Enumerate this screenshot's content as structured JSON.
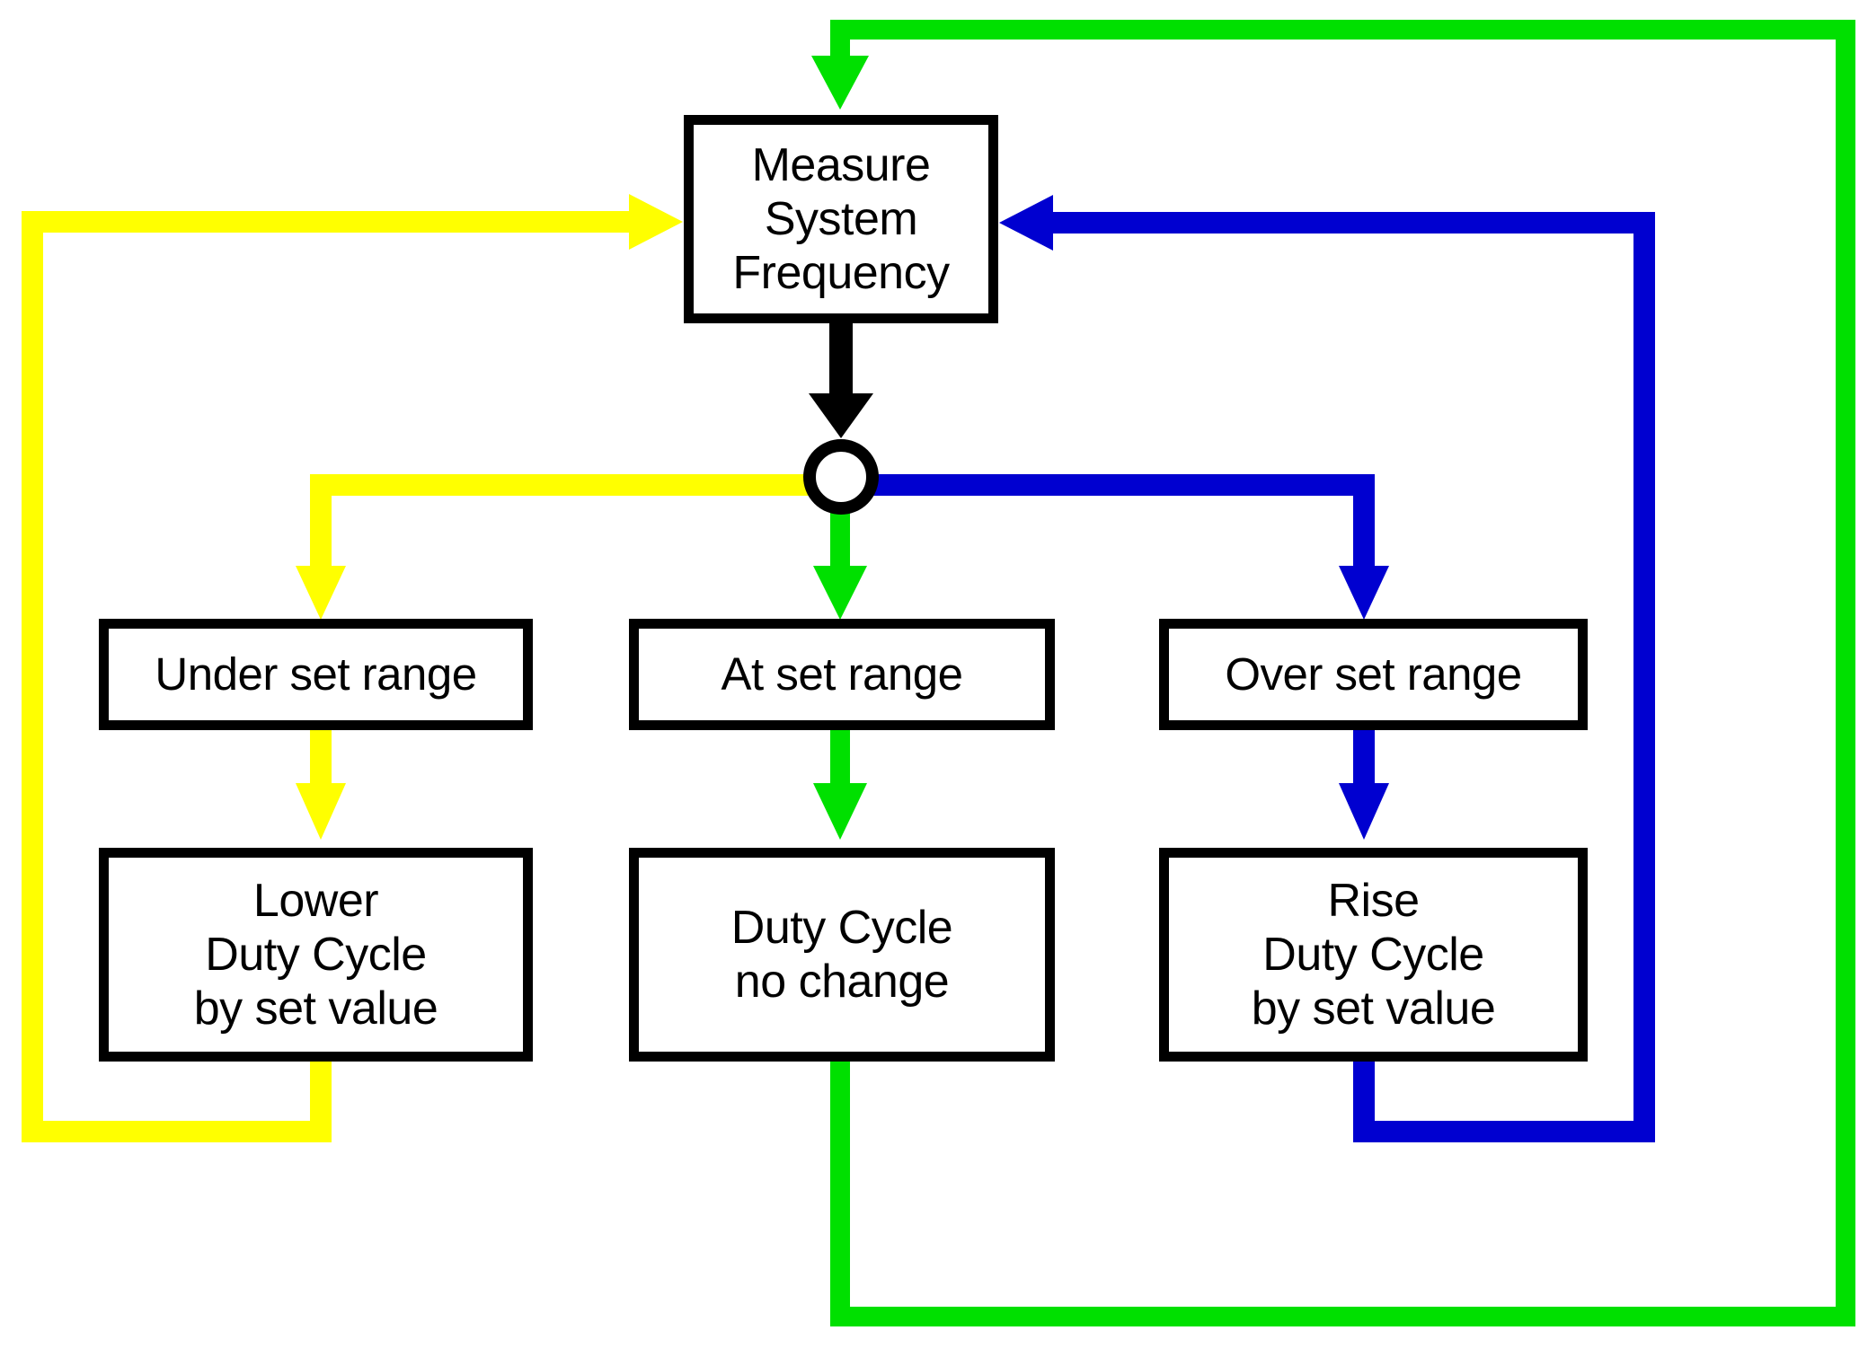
{
  "diagram": {
    "title": "Duty Cycle Control Feedback Flowchart",
    "background": "#ffffff",
    "colors": {
      "outline": "#000000",
      "under_path": "#ffff00",
      "at_path": "#00e000",
      "over_path": "#0000d0",
      "box_fill": "#ffffff"
    },
    "nodes": {
      "measure": {
        "label": "Measure\nSystem\nFrequency"
      },
      "junction": {
        "label": "",
        "shape": "circle"
      },
      "under_range": {
        "label": "Under set range"
      },
      "at_range": {
        "label": "At set range"
      },
      "over_range": {
        "label": "Over set range"
      },
      "lower_duty": {
        "label": "Lower\nDuty Cycle\nby set value"
      },
      "no_change": {
        "label": "Duty Cycle\nno change"
      },
      "rise_duty": {
        "label": "Rise\nDuty Cycle\nby set value"
      }
    },
    "edges": [
      {
        "name": "measure-to-junction",
        "color": "#000000",
        "from": "measure",
        "to": "junction"
      },
      {
        "name": "junction-to-under-range",
        "color": "#ffff00",
        "from": "junction",
        "to": "under_range"
      },
      {
        "name": "junction-to-at-range",
        "color": "#00e000",
        "from": "junction",
        "to": "at_range"
      },
      {
        "name": "junction-to-over-range",
        "color": "#0000d0",
        "from": "junction",
        "to": "over_range"
      },
      {
        "name": "under-range-to-lower-duty",
        "color": "#ffff00",
        "from": "under_range",
        "to": "lower_duty"
      },
      {
        "name": "at-range-to-no-change",
        "color": "#00e000",
        "from": "at_range",
        "to": "no_change"
      },
      {
        "name": "over-range-to-rise-duty",
        "color": "#0000d0",
        "from": "over_range",
        "to": "rise_duty"
      },
      {
        "name": "lower-duty-feedback-to-measure",
        "color": "#ffff00",
        "from": "lower_duty",
        "to": "measure"
      },
      {
        "name": "no-change-feedback-to-measure",
        "color": "#00e000",
        "from": "no_change",
        "to": "measure"
      },
      {
        "name": "rise-duty-feedback-to-measure",
        "color": "#0000d0",
        "from": "rise_duty",
        "to": "measure"
      }
    ]
  }
}
